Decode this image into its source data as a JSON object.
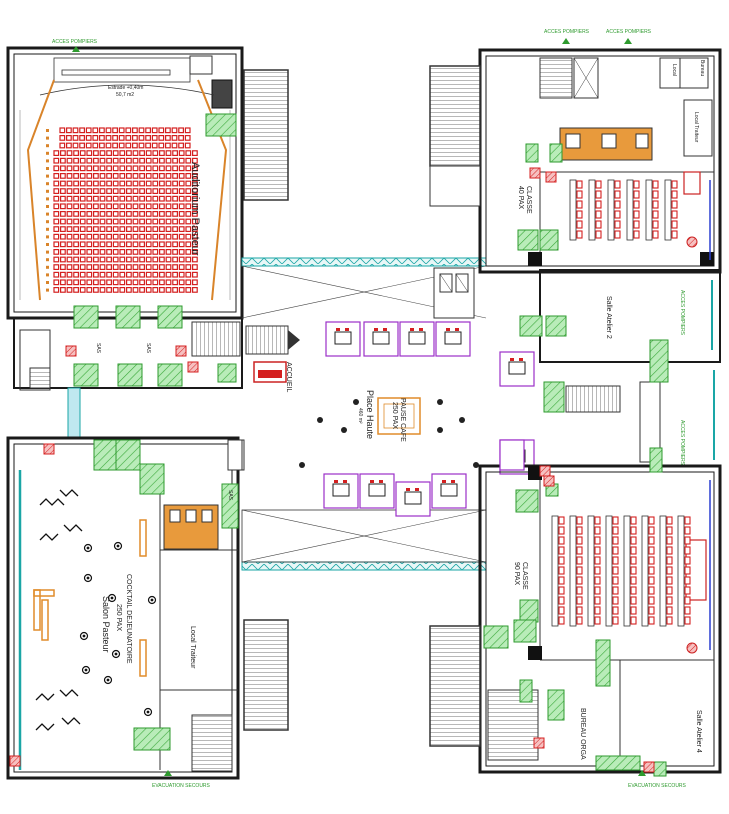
{
  "labels": {
    "auditorium": "Auditorium Pasteur",
    "auditorium_stage": "Estrade +0,40m",
    "auditorium_stage_dim": "50,7 m2",
    "place_haute": "Place Haute",
    "place_haute_area": "460 m²",
    "pause_cafe": "PAUSE CAFE",
    "pause_cafe_pax": "250 PAX",
    "accueil": "ACCUEIL",
    "cocktail": "COCKTAIL DEJEUNATOIRE",
    "cocktail_pax": "250 PAX",
    "salon_pasteur": "Salon Pasteur",
    "local_traiteur_left": "Local Traiteur",
    "local_traiteur_right": "Local Traiteur",
    "classe_40": "CLASSE",
    "classe_40_pax": "40 PAX",
    "classe_90": "CLASSE",
    "classe_90_pax": "90 PAX",
    "salle_atelier_2": "Salle Atelier 2",
    "salle_atelier_4": "Salle Atelier 4",
    "bureau_orga": "BUREAU ORGA",
    "bureau": "Bureau",
    "local": "Local",
    "sas_1": "SAS",
    "sas_2": "SAS",
    "sas_3": "SAS",
    "acces_pompiers_1": "ACCES POMPIERS",
    "acces_pompiers_2": "ACCES POMPIERS",
    "acces_pompiers_3": "ACCES POMPIERS",
    "acces_pompiers_4": "ACCES POMPIERS",
    "acces_pompiers_5": "ACCES POMPIERS",
    "evacuation_1": "EVACUATION SECOURS",
    "evacuation_2": "EVACUATION SECOURS"
  },
  "colors": {
    "wall": "#1a1a1a",
    "seat": "#d42020",
    "green_zone": "#8fd88f",
    "green_stroke": "#2e9a2e",
    "cyan_rail": "#1aa6a6",
    "orange_wc": "#e89a3c",
    "purple_table": "#9b30c8",
    "orange_table": "#e08c2a",
    "blue_mark": "#2a3fd0"
  }
}
